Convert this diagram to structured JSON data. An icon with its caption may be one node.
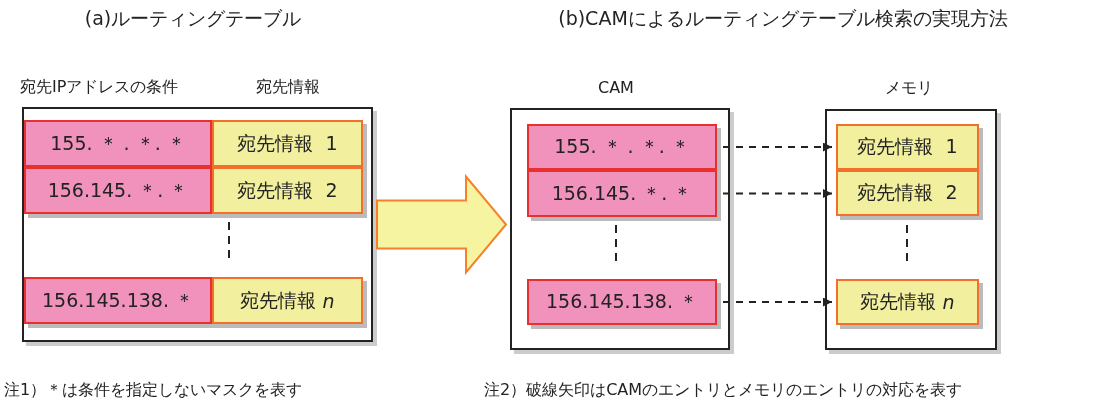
{
  "diagram": {
    "nodes": [
      {
        "text": [
          "宛先IPアドレスの条件",
          "宛先情報"
        ]
      },
      {
        "text": [
          "155. ＊ . ＊. ＊"
        ],
        "in": 0
      },
      {
        "text": [
          "宛先情報  1"
        ],
        "in": 0
      },
      {
        "text": [
          "156.145. ＊. ＊"
        ],
        "in": 0
      },
      {
        "text": [
          "宛先情報  2"
        ],
        "in": 0
      },
      {
        "text": [
          "156.145.138. ＊"
        ],
        "in": 0
      },
      {
        "text": [
          "宛先情報 *n*"
        ],
        "in": 0
      },
      {
        "text": [
          "CAM"
        ]
      },
      {
        "text": [
          "155. ＊ . ＊. ＊"
        ],
        "in": 7
      },
      {
        "text": [
          "156.145. ＊. ＊"
        ],
        "in": 7
      },
      {
        "text": [
          "156.145.138. ＊"
        ],
        "in": 7
      },
      {
        "text": [
          "メモリ"
        ]
      },
      {
        "text": [
          "宛先情報  1"
        ],
        "in": 11
      },
      {
        "text": [
          "宛先情報  2"
        ],
        "in": 11
      },
      {
        "text": [
          "宛先情報 *n*"
        ],
        "in": 11
      }
    ],
    "edges": [
      {
        "from": 0,
        "to": 7,
        "arrow": "to",
        "style": "thick",
        "color": "#f5822a"
      },
      {
        "from": 8,
        "to": 12,
        "arrow": "to",
        "style": "dashed"
      },
      {
        "from": 9,
        "to": 13,
        "arrow": "to",
        "style": "dashed"
      },
      {
        "from": 10,
        "to": 14,
        "arrow": "to",
        "style": "dashed"
      }
    ],
    "labels": [
      "(a)ルーティングテーブル",
      "(b)CAMによるルーティングテーブル検索の実現方法",
      "注1）＊は条件を指定しないマスクを表す",
      "注2）破線矢印はCAMのエントリとメモリのエントリの対応を表す"
    ]
  }
}
